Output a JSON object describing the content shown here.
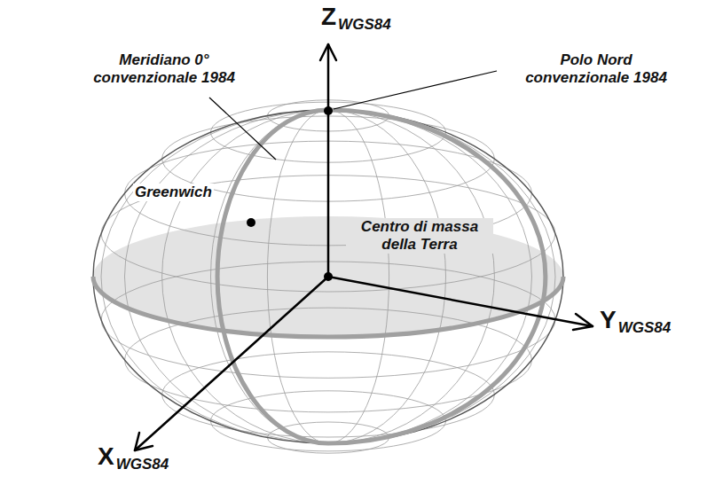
{
  "diagram": {
    "labels": [
      "Z",
      "WGS84",
      "Meridiano 0° convenzionale 1984",
      "Polo Nord convenzionale 1984",
      "Greenwich",
      "Centro di massa della Terra",
      "Y",
      "WGS84",
      "X",
      "WGS84"
    ]
  }
}
